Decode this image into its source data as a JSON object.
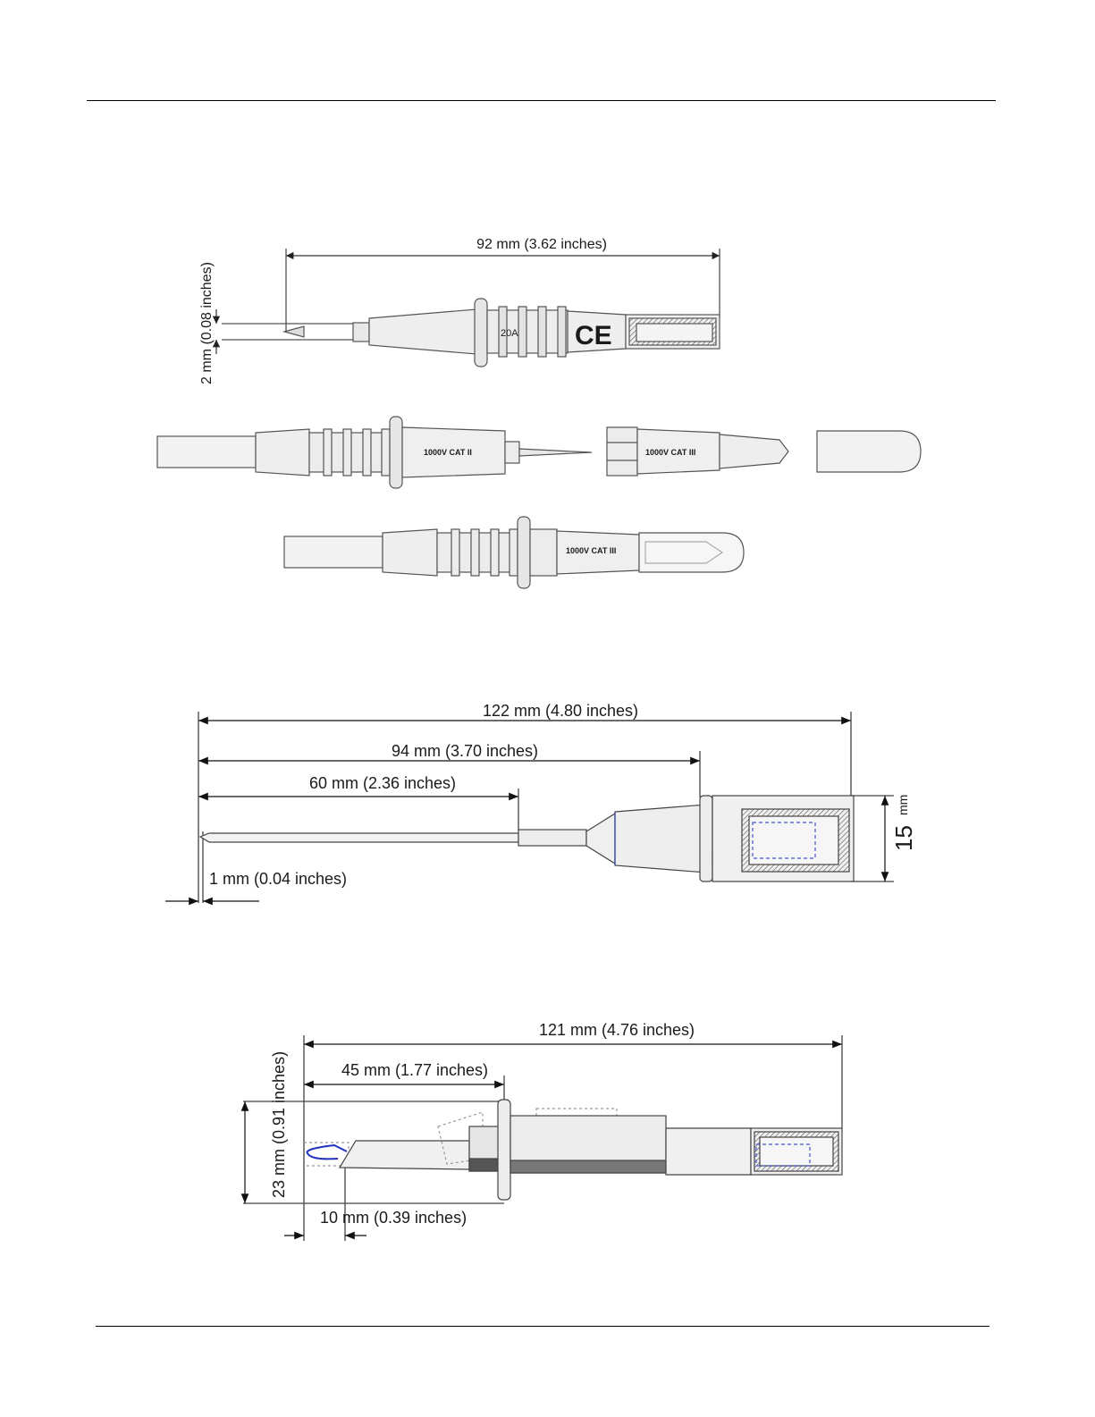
{
  "figure1": {
    "length_label": "92 mm (3.62 inches)",
    "tip_label": "2 mm (0.08 inches)",
    "rating_text": "20A",
    "ce_mark": "CE"
  },
  "figure2": {
    "probe_rating": "1000V CAT II",
    "cap_rating": "1000V CAT III",
    "assembled_rating": "1000V CAT III"
  },
  "figure3": {
    "overall_label": "122 mm (4.80 inches)",
    "mid_label": "94 mm (3.70 inches)",
    "pin_label": "60 mm (2.36 inches)",
    "tip_label": "1 mm (0.04 inches)",
    "height_value": "15",
    "height_unit": "mm"
  },
  "figure4": {
    "overall_label": "121 mm  (4.76 inches)",
    "hook_label": "45 mm (1.77 inches)",
    "height_label": "23 mm (0.91 inches)",
    "tip_label": "10  mm (0.39 inches)"
  }
}
